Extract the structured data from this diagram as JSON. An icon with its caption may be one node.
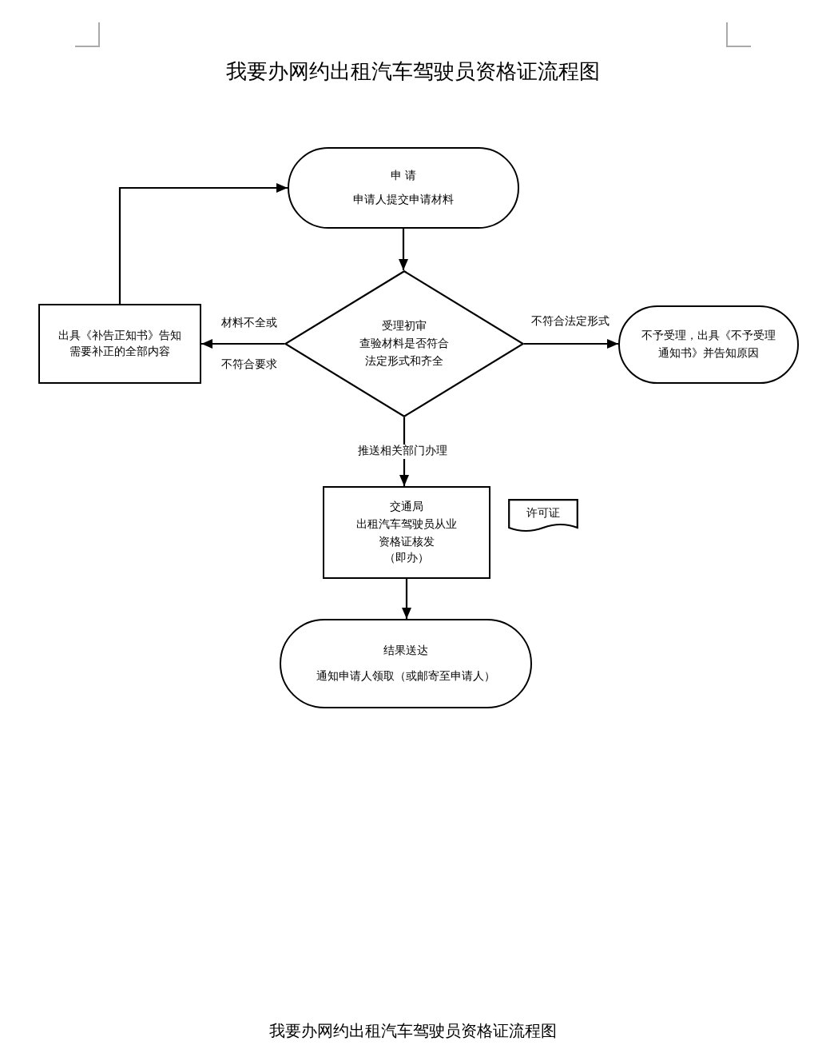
{
  "diagram": {
    "title": "我要办网约出租汽车驾驶员资格证流程图",
    "caption": "我要办网约出租汽车驾驶员资格证流程图",
    "nodes": [
      {
        "text": [
          "申 请",
          "申请人提交申请材料"
        ]
      },
      {
        "text": [
          "受理初审",
          "查验材料是否符合法定形式和齐全"
        ]
      },
      {
        "text": [
          "出具《补告正知书》告知需要补正的全部内容"
        ]
      },
      {
        "text": [
          "不予受理，出具《不予受理通知书》并告知原因"
        ]
      },
      {
        "text": [
          "交通局",
          "出租汽车驾驶员从业资格证核发",
          "（即办）"
        ]
      },
      {
        "text": [
          "许可证"
        ]
      },
      {
        "text": [
          "结果送达",
          "通知申请人领取（或邮寄至申请人）"
        ]
      }
    ],
    "edges": [
      {
        "from": 0,
        "to": 1,
        "arrow": "to"
      },
      {
        "from": 1,
        "to": 2,
        "arrow": "to",
        "label": "材料不全或不符合要求"
      },
      {
        "from": 2,
        "to": 0,
        "arrow": "to"
      },
      {
        "from": 1,
        "to": 3,
        "arrow": "to",
        "label": "不符合法定形式"
      },
      {
        "from": 1,
        "to": 4,
        "arrow": "to",
        "label": "推送相关部门办理"
      },
      {
        "from": 4,
        "to": 6,
        "arrow": "to"
      }
    ]
  }
}
